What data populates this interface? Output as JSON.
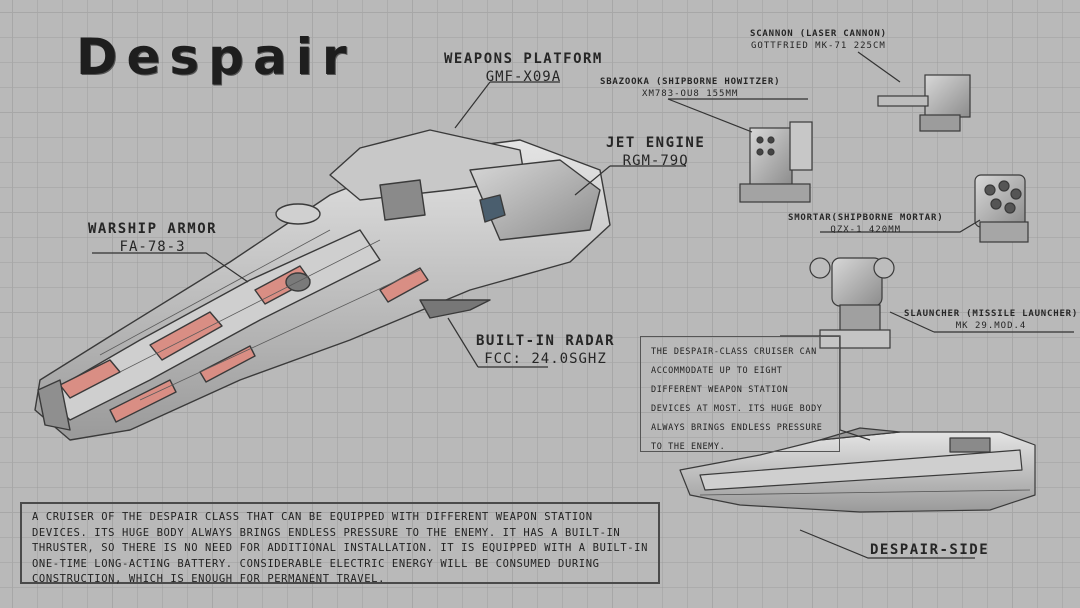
{
  "title": "Despair",
  "labels": {
    "weapons_platform": {
      "name": "Weapons Platform",
      "model": "GMF-X09A"
    },
    "jet_engine": {
      "name": "Jet Engine",
      "model": "RGM-79Q"
    },
    "warship_armor": {
      "name": "Warship Armor",
      "model": "FA-78-3"
    },
    "builtin_radar": {
      "name": "Built-in Radar",
      "model": "FCC: 24.0SGHz"
    },
    "scannon": {
      "name": "SCannon (Laser Cannon)",
      "model": "Gottfried Mk-71 225cm"
    },
    "sbazooka": {
      "name": "SBazooka (Shipborne Howitzer)",
      "model": "XM783-OU8 155mm"
    },
    "smortar": {
      "name": "SMortar(Shipborne Mortar)",
      "model": "QZX-1 420mm"
    },
    "slauncher": {
      "name": "SLauncher (Missile Launcher)",
      "model": "Mk 29.Mod.4"
    },
    "side_view": "Despair-side"
  },
  "note": "The Despair-class cruiser can\naccommodate up to eight\ndifferent weapon station\ndevices at most. Its huge body\nalways brings endless pressure\nto the enemy.",
  "description": "A cruiser of the Despair class that can be equipped with different weapon station\ndevices. Its huge body always brings endless pressure to the enemy. It has a built-in\nthruster, so there is no need for additional installation. It is equipped with a built-in\none-time long-acting battery. Considerable electric energy will be consumed during\nconstruction, which is enough for permanent travel.",
  "colors": {
    "hull_accent": "#d98e84",
    "background": "#b9b9b9"
  }
}
